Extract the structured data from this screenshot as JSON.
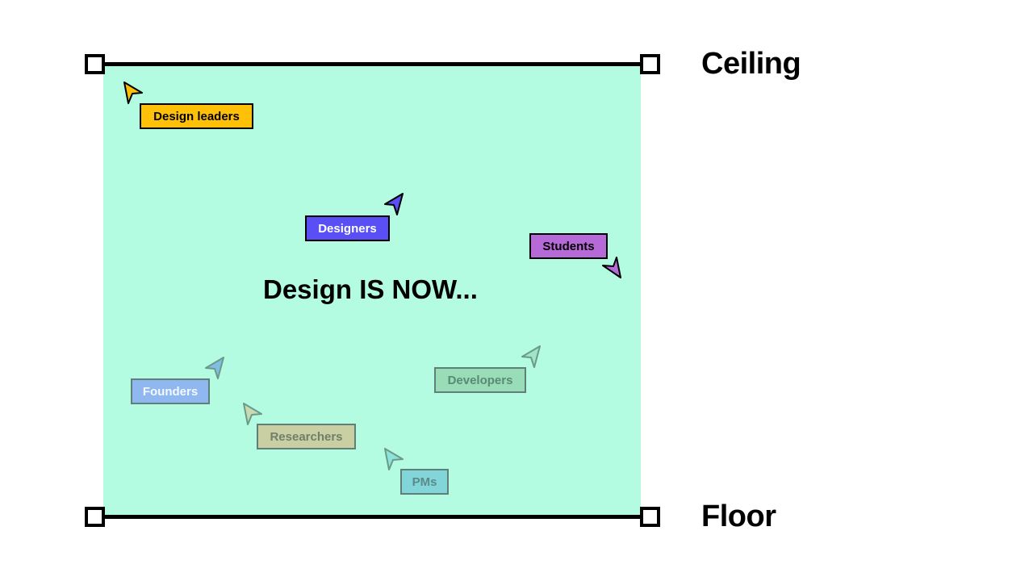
{
  "labels": {
    "ceiling": "Ceiling",
    "floor": "Floor",
    "headline": "Design IS NOW..."
  },
  "tags": {
    "design_leaders": "Design leaders",
    "designers": "Designers",
    "students": "Students",
    "founders": "Founders",
    "researchers": "Researchers",
    "developers": "Developers",
    "pms": "PMs"
  },
  "colors": {
    "region": "#b3fbe1",
    "design_leaders": "#ffc107",
    "designers": "#5a4ff5",
    "students": "#b66ad8",
    "founders": "#8fb8f0",
    "researchers": "#c9cfa2",
    "developers": "#98dcb8",
    "pms": "#82d6da"
  },
  "icons": {
    "cursor": "pointer-arrow-icon",
    "handle": "resize-handle-icon"
  }
}
